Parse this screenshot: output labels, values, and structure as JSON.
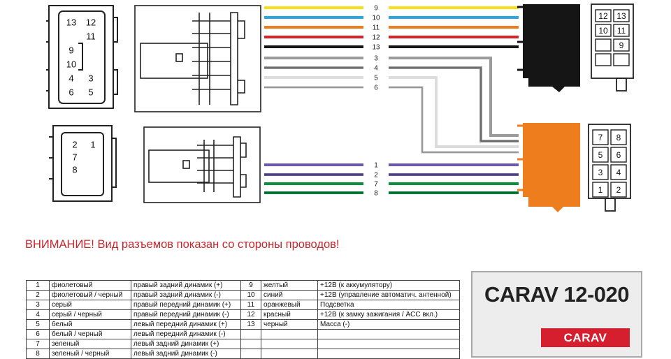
{
  "warning": "ВНИМАНИЕ! Вид разъемов показан со стороны проводов!",
  "brand": {
    "model": "CARAV 12-020",
    "logo": "CARAV"
  },
  "colors": {
    "yellow": "#f5e21a",
    "blue": "#2aa6e0",
    "orange": "#ee7d1e",
    "red": "#d8222a",
    "black": "#151515",
    "grey": "#9b9b9b",
    "white": "#dcdcdc",
    "violet": "#6d5aa6",
    "green": "#0c8f3d",
    "connector_orange": "#ee7d1e",
    "logo_red": "#d61f2e"
  },
  "wires": [
    {
      "num": "9",
      "color": "yellow"
    },
    {
      "num": "10",
      "color": "blue"
    },
    {
      "num": "11",
      "color": "orange"
    },
    {
      "num": "12",
      "color": "red"
    },
    {
      "num": "13",
      "color": "black"
    },
    {
      "num": "3",
      "color": "grey"
    },
    {
      "num": "4",
      "color": "grey_black"
    },
    {
      "num": "5",
      "color": "white"
    },
    {
      "num": "6",
      "color": "white_black"
    },
    {
      "num": "1",
      "color": "violet"
    },
    {
      "num": "2",
      "color": "violet_black"
    },
    {
      "num": "7",
      "color": "green"
    },
    {
      "num": "8",
      "color": "green_black"
    }
  ],
  "connectors": {
    "left_top_pins": [
      [
        "13",
        "12"
      ],
      [
        "",
        "11"
      ],
      [
        "9",
        ""
      ],
      [
        "10",
        ""
      ],
      [
        "4",
        "3"
      ],
      [
        "6",
        "5"
      ]
    ],
    "left_bottom_pins": [
      [
        "2",
        "1"
      ],
      [
        "7",
        ""
      ],
      [
        "8",
        ""
      ]
    ],
    "right_top_pins": [
      [
        "12",
        "13"
      ],
      [
        "10",
        "11"
      ],
      [
        "",
        "9"
      ],
      [
        "",
        ""
      ]
    ],
    "right_bottom_pins": [
      [
        "7",
        "8"
      ],
      [
        "5",
        "6"
      ],
      [
        "3",
        "4"
      ],
      [
        "1",
        "2"
      ]
    ]
  },
  "pin_table": {
    "rows": [
      [
        "1",
        "фиолетовый",
        "правый задний динамик (+)",
        "9",
        "желтый",
        "+12В (к аккумулятору)"
      ],
      [
        "2",
        "фиолетовый / черный",
        "правый задний динамик (-)",
        "10",
        "синий",
        "+12В (управление автоматич. антенной)"
      ],
      [
        "3",
        "серый",
        "правый передний динамик (+)",
        "11",
        "оранжевый",
        "Подсветка"
      ],
      [
        "4",
        "серый / черный",
        "правый передний динамик (-)",
        "12",
        "красный",
        "+12В (к замку зажигания / ACC вкл.)"
      ],
      [
        "5",
        "белый",
        "левый передний динамик (+)",
        "13",
        "черный",
        "Масса (-)"
      ],
      [
        "6",
        "белый / черный",
        "левый передний динамик (-)",
        "",
        "",
        ""
      ],
      [
        "7",
        "зеленый",
        "левый задний динамик (+)",
        "",
        "",
        ""
      ],
      [
        "8",
        "зеленый / черный",
        "левый задний динамик (-)",
        "",
        "",
        ""
      ]
    ]
  }
}
